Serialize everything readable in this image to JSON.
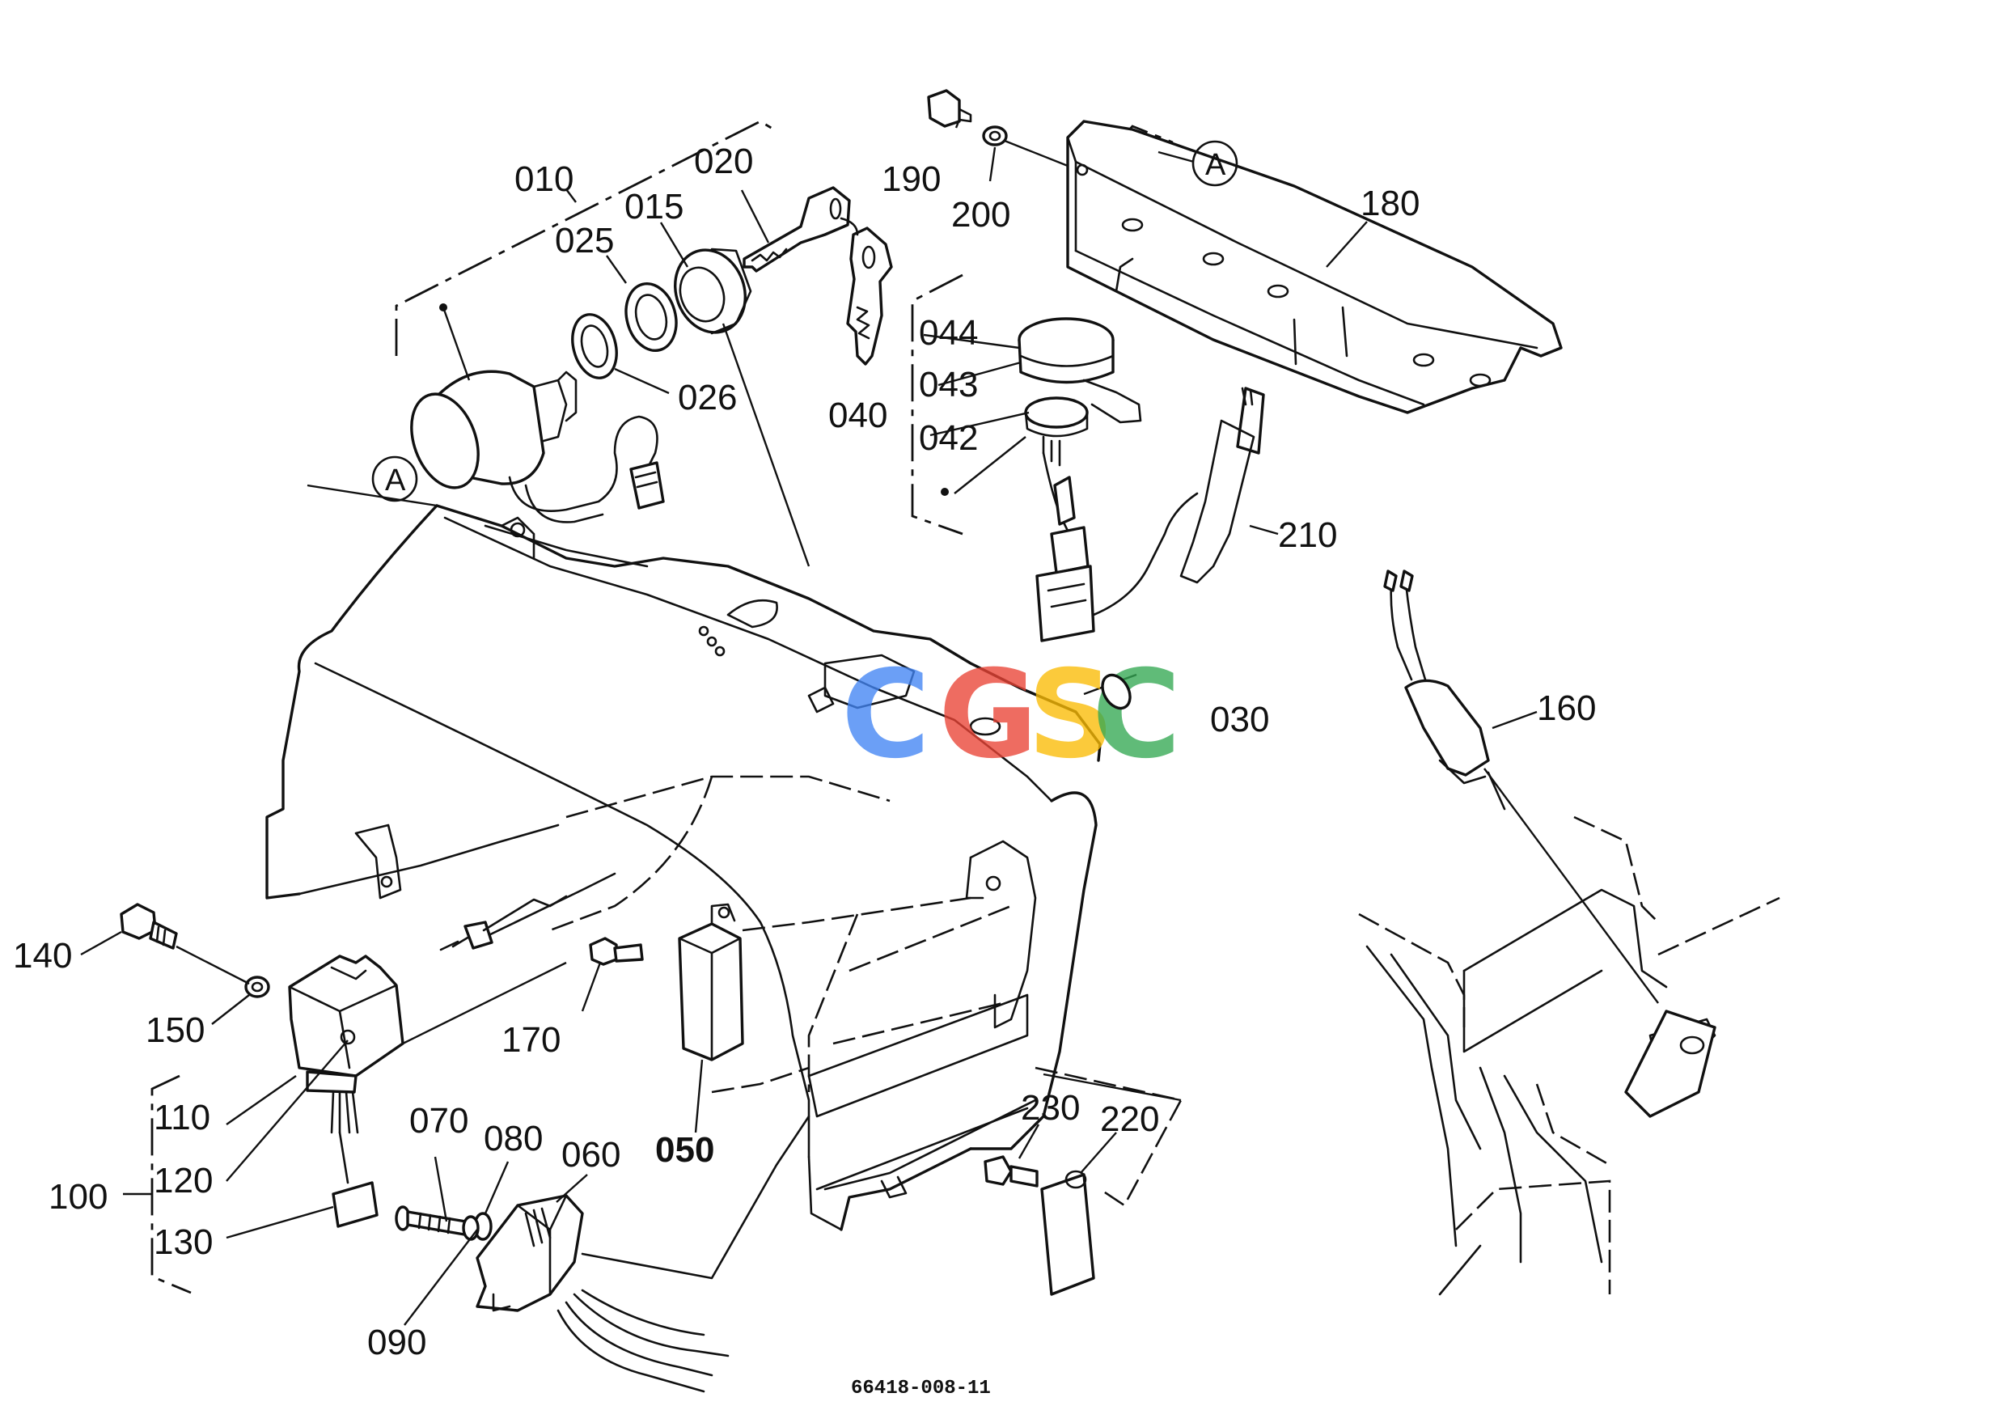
{
  "diagram": {
    "drawing_number": "66418-008-11",
    "callouts": {
      "p010": "010",
      "p015": "015",
      "p020": "020",
      "p025": "025",
      "p026": "026",
      "p030": "030",
      "p040": "040",
      "p042": "042",
      "p043": "043",
      "p044": "044",
      "p050": "050",
      "p060": "060",
      "p070": "070",
      "p080": "080",
      "p090": "090",
      "p100": "100",
      "p110": "110",
      "p120": "120",
      "p130": "130",
      "p140": "140",
      "p150": "150",
      "p160": "160",
      "p170": "170",
      "p180": "180",
      "p190": "190",
      "p200": "200",
      "p210": "210",
      "p220": "220",
      "p230": "230"
    },
    "reference_marks": {
      "a_top": "A",
      "a_left": "A"
    },
    "watermark": {
      "letters": [
        "C",
        "G",
        "S",
        "C"
      ],
      "colors": [
        "#4285F4",
        "#EA4335",
        "#FBBC05",
        "#34A853"
      ]
    }
  }
}
